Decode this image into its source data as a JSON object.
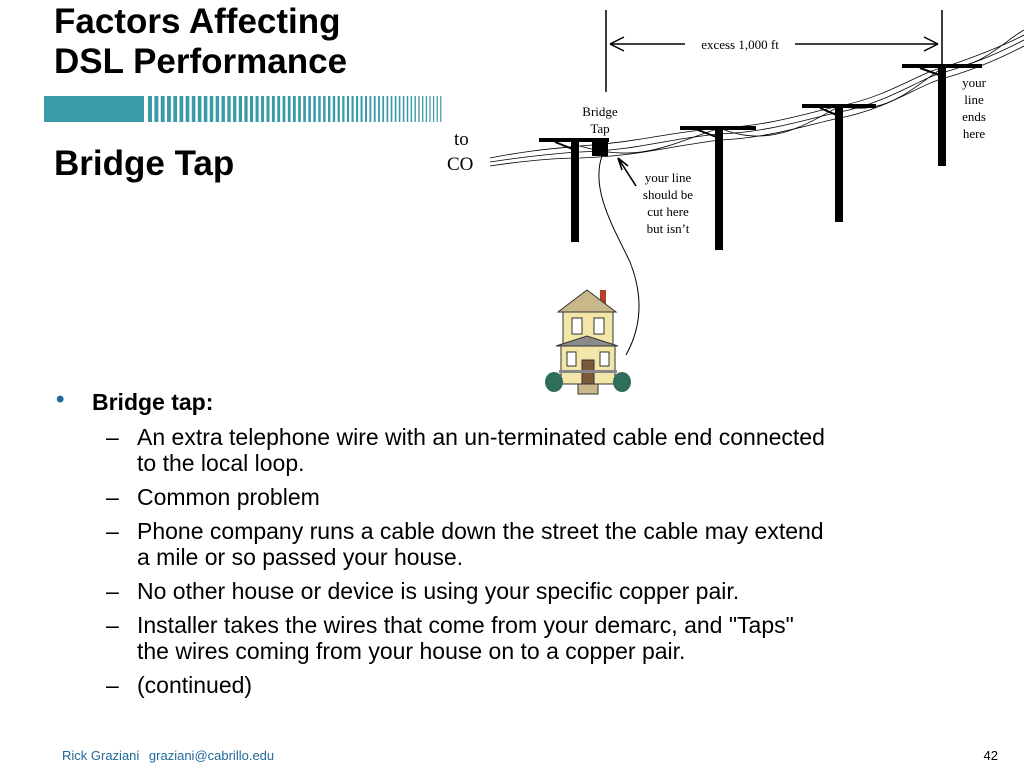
{
  "slide": {
    "title_line1": "Factors Affecting",
    "title_line2": "DSL Performance",
    "subtitle": "Bridge Tap",
    "accent_color": "#3a9aa8"
  },
  "diagram": {
    "span_label": "excess 1,000 ft",
    "to_label": "to",
    "co_label": "CO",
    "bridge_label_1": "Bridge",
    "bridge_label_2": "Tap",
    "cut_note": [
      "your line",
      "should be",
      "cut here",
      "but isn’t"
    ],
    "end_note": [
      "your",
      "line",
      "ends",
      "here"
    ]
  },
  "bullets": {
    "main": "Bridge tap:",
    "items": [
      {
        "line1": "An extra telephone wire with an un-terminated cable end connected",
        "line2": "to the local loop."
      },
      {
        "line1": "Common problem",
        "line2": ""
      },
      {
        "line1": "Phone company runs a cable down the street the cable may extend",
        "line2": "a mile or so passed your house."
      },
      {
        "line1": "No other house or device is using your specific copper pair.",
        "line2": ""
      },
      {
        "line1": "Installer takes the wires that come from your demarc, and \"Taps\"",
        "line2": "the wires coming from your house on to a copper pair."
      },
      {
        "line1": "(continued)",
        "line2": ""
      }
    ]
  },
  "footer": {
    "author": "Rick Graziani",
    "email": "graziani@cabrillo.edu",
    "page": "42"
  }
}
